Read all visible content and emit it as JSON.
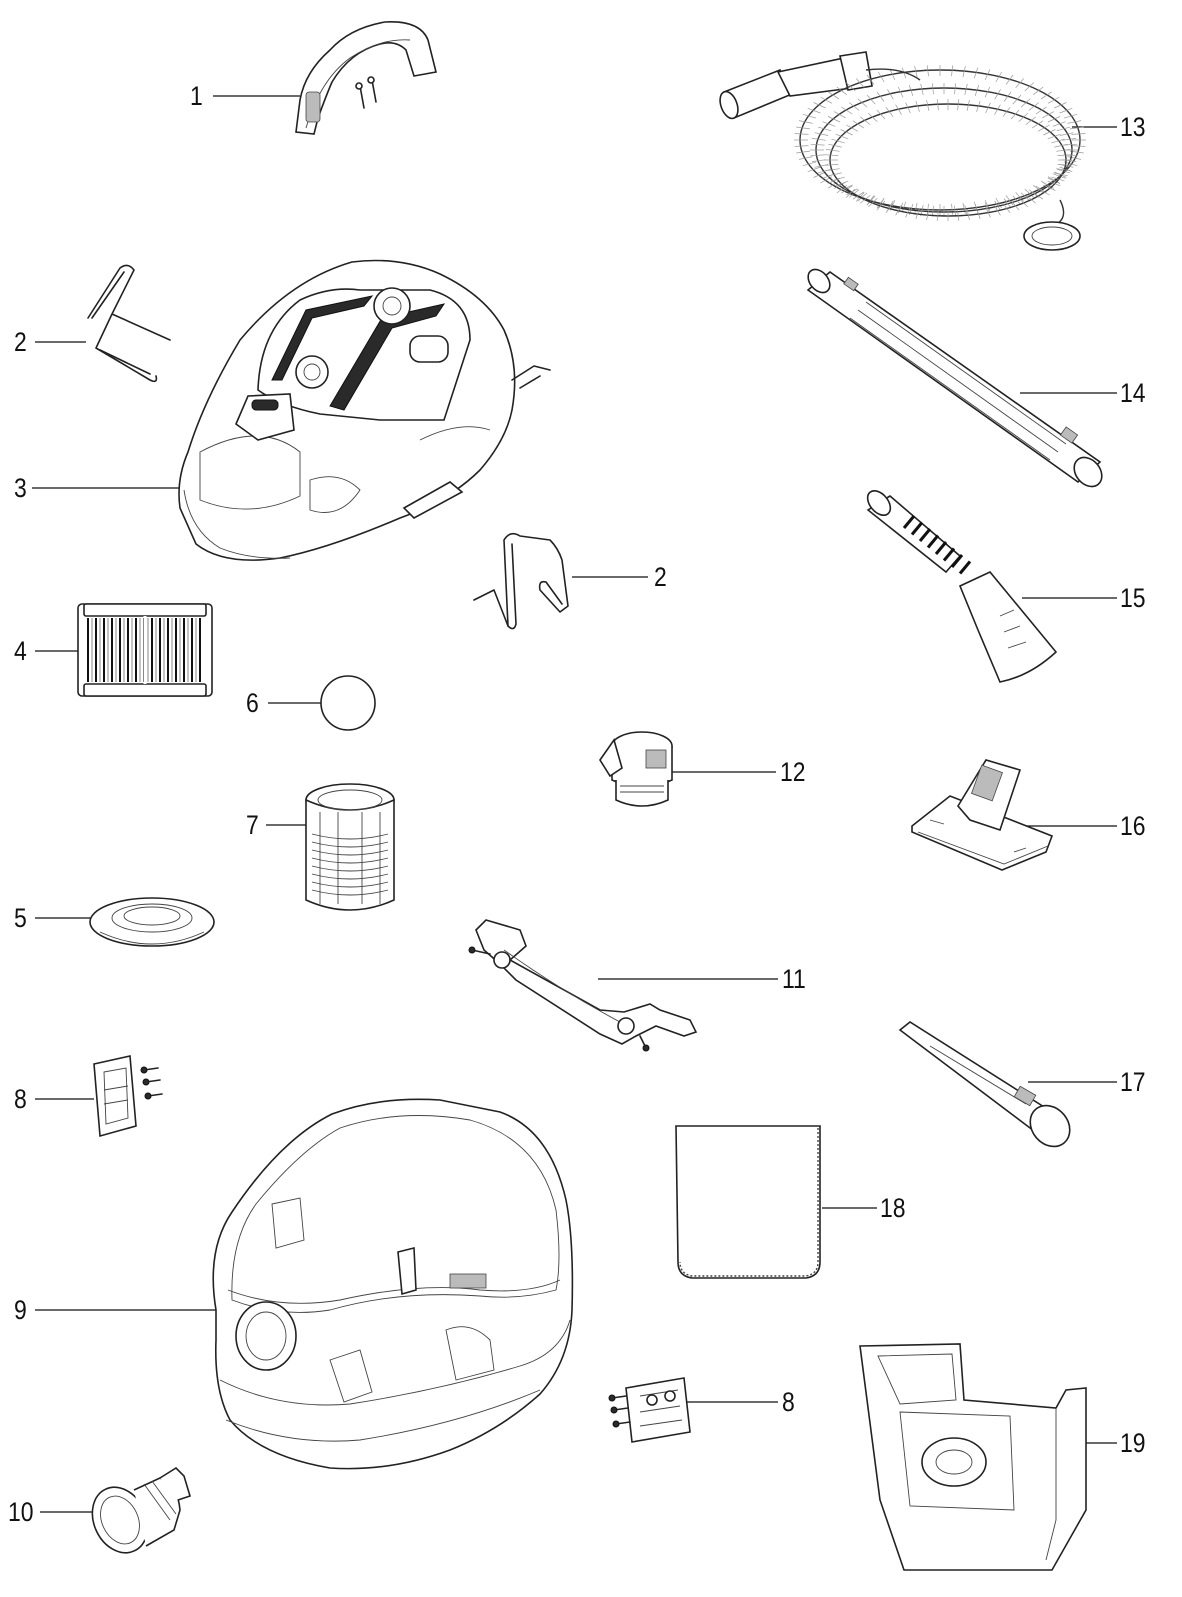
{
  "callouts": {
    "p1": "1",
    "p2a": "2",
    "p2b": "2",
    "p3": "3",
    "p4": "4",
    "p5": "5",
    "p6": "6",
    "p7": "7",
    "p8a": "8",
    "p8b": "8",
    "p9": "9",
    "p10": "10",
    "p11": "11",
    "p12": "12",
    "p13": "13",
    "p14": "14",
    "p15": "15",
    "p16": "16",
    "p17": "17",
    "p18": "18",
    "p19": "19"
  }
}
